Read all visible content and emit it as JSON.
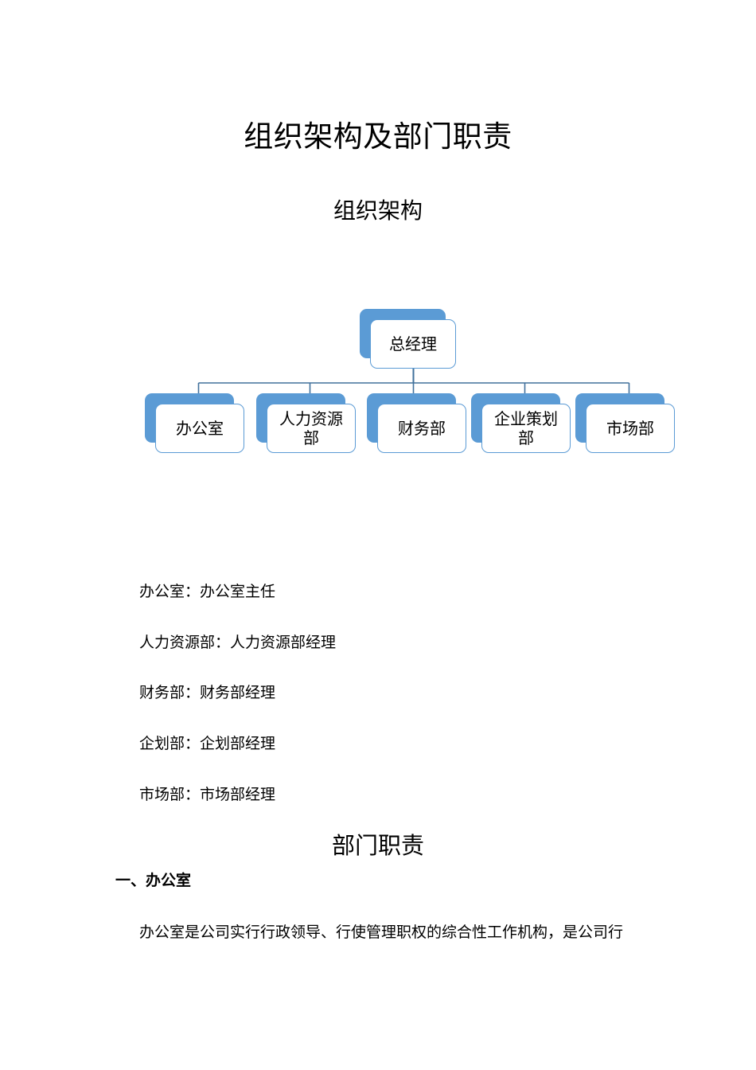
{
  "document": {
    "title": "组织架构及部门职责",
    "section_org_title": "组织架构",
    "section_resp_title": "部门职责"
  },
  "colors": {
    "accent": "#5b9bd5",
    "card_background": "#ffffff",
    "connector": "#41719c",
    "text": "#000000"
  },
  "org_chart": {
    "root": {
      "label": "总经理"
    },
    "children": [
      {
        "label": "办公室"
      },
      {
        "label": "人力资源部"
      },
      {
        "label": "财务部"
      },
      {
        "label": "企业策划部"
      },
      {
        "label": "市场部"
      }
    ]
  },
  "department_heads": [
    "办公室：办公室主任",
    "人力资源部：人力资源部经理",
    "财务部：财务部经理",
    "企划部：企划部经理",
    "市场部：市场部经理"
  ],
  "responsibilities": [
    {
      "heading": "一、办公室",
      "body": "办公室是公司实行行政领导、行使管理职权的综合性工作机构，是公司行"
    }
  ]
}
